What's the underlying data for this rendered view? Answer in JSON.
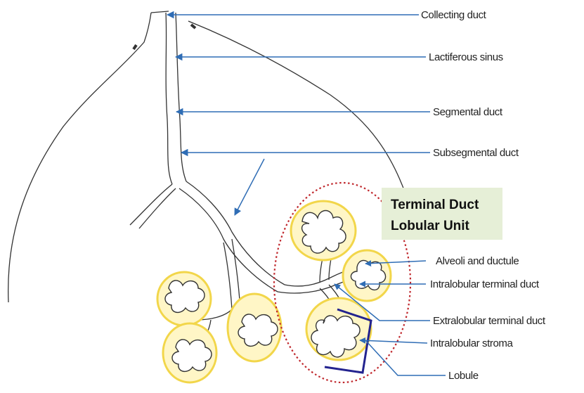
{
  "labels": {
    "collecting_duct": "Collecting duct",
    "lactiferous_sinus": "Lactiferous sinus",
    "segmental_duct": "Segmental duct",
    "subsegmental_duct": "Subsegmental duct",
    "alveoli_and_ductule": "Alveoli and ductule",
    "intralobular_terminal_duct": "Intralobular terminal duct",
    "extralobular_terminal_duct": "Extralobular terminal duct",
    "intralobular_stroma": "Intralobular stroma",
    "lobule": "Lobule"
  },
  "tdlu_box": {
    "line1": "Terminal Duct",
    "line2": "Lobular Unit"
  },
  "colors": {
    "arrow": "#2f6db5",
    "tdlu_circle": "#c0282d",
    "tdlu_box_fill": "#e6efd7",
    "lobule_bracket": "#23238f",
    "stroma": "#f2d64a",
    "outline": "#333333"
  }
}
